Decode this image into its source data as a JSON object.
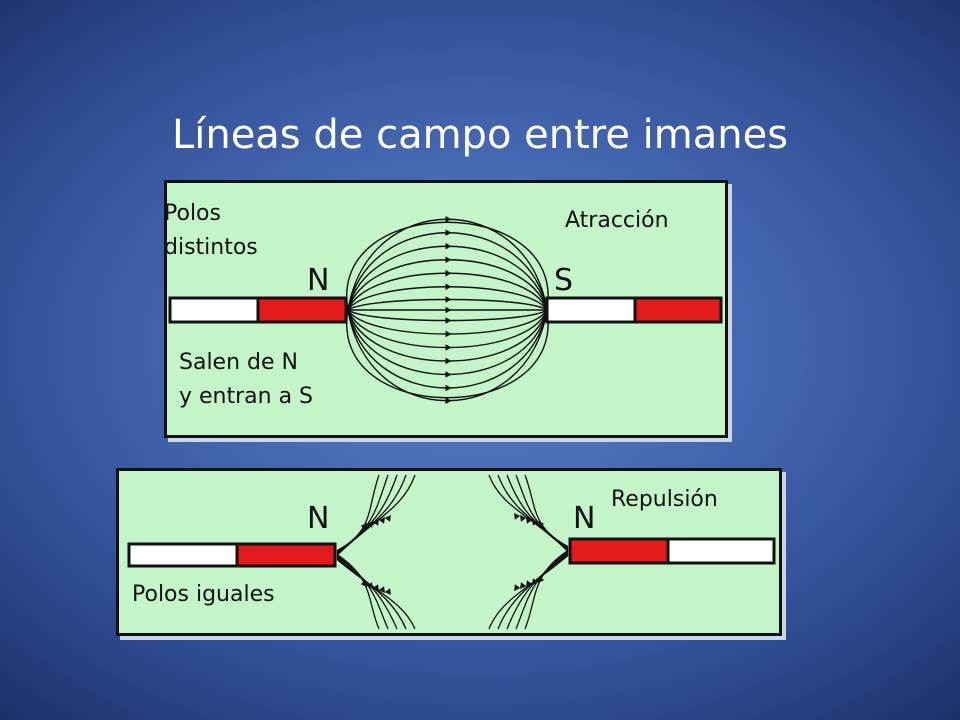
{
  "title": "Líneas de campo entre imanes",
  "attraction_panel": {
    "case_line1": "Polos",
    "case_line2": "distintos",
    "effect": "Atracción",
    "pole_left": "N",
    "pole_right": "S",
    "note_line1": "Salen de N",
    "note_line2": "y entran a S"
  },
  "repulsion_panel": {
    "effect": "Repulsión",
    "pole_left": "N",
    "pole_right": "N",
    "case": "Polos iguales"
  },
  "colors": {
    "panel_bg": "#c4f5c8",
    "magnet_red": "#e51b1b",
    "magnet_white": "#ffffff",
    "field_line": "#111111"
  }
}
